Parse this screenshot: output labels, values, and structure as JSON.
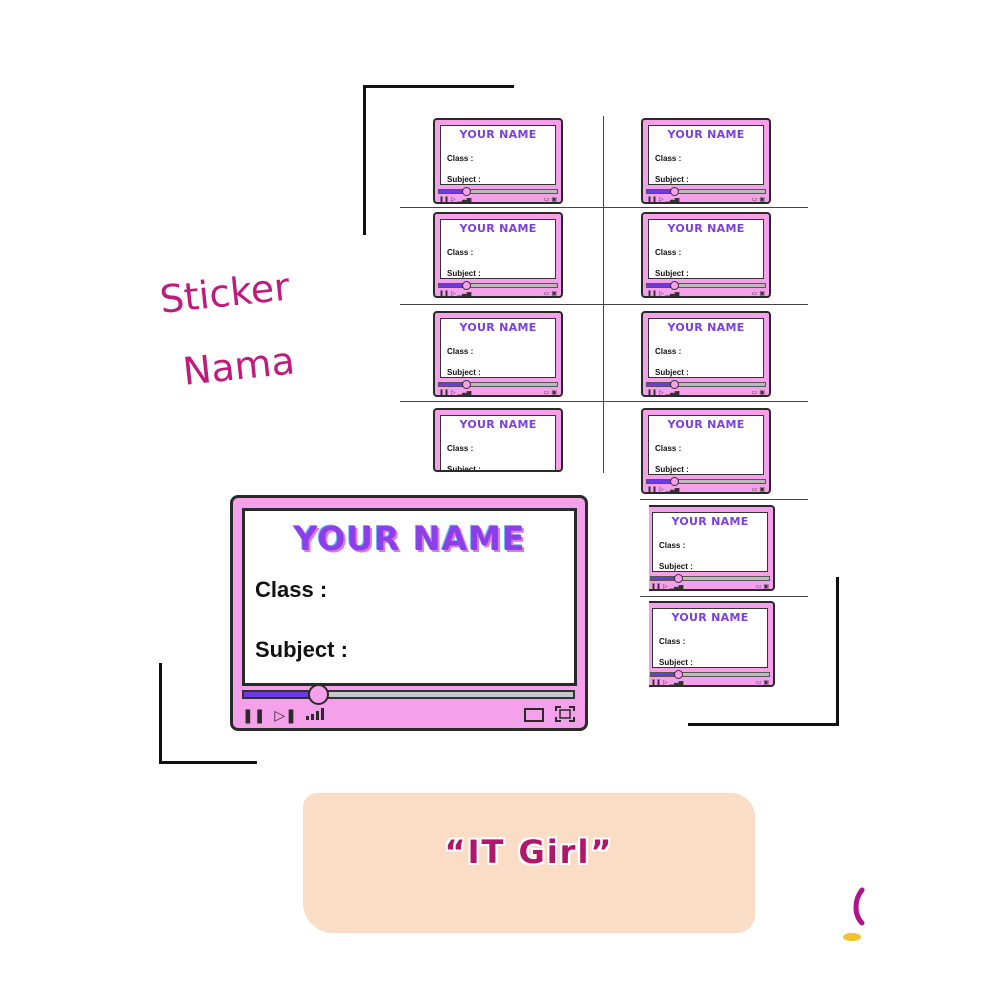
{
  "heading": {
    "line1": "Sticker",
    "line2": "Nama"
  },
  "sticker": {
    "title": "YOUR NAME",
    "class_label": "Class :",
    "subject_label": "Subject :",
    "progress": 0.22
  },
  "tag": {
    "text": "“IT Girl”"
  },
  "colors": {
    "sticker_pink": "#f4a0ea",
    "title_purple": "#8a3fe8",
    "heading_magenta": "#c01a7c",
    "tape_peach": "#fbdcc4"
  },
  "icons": [
    "pause-icon",
    "next-icon",
    "volume-bars-icon",
    "screen-icon",
    "fullscreen-icon"
  ]
}
